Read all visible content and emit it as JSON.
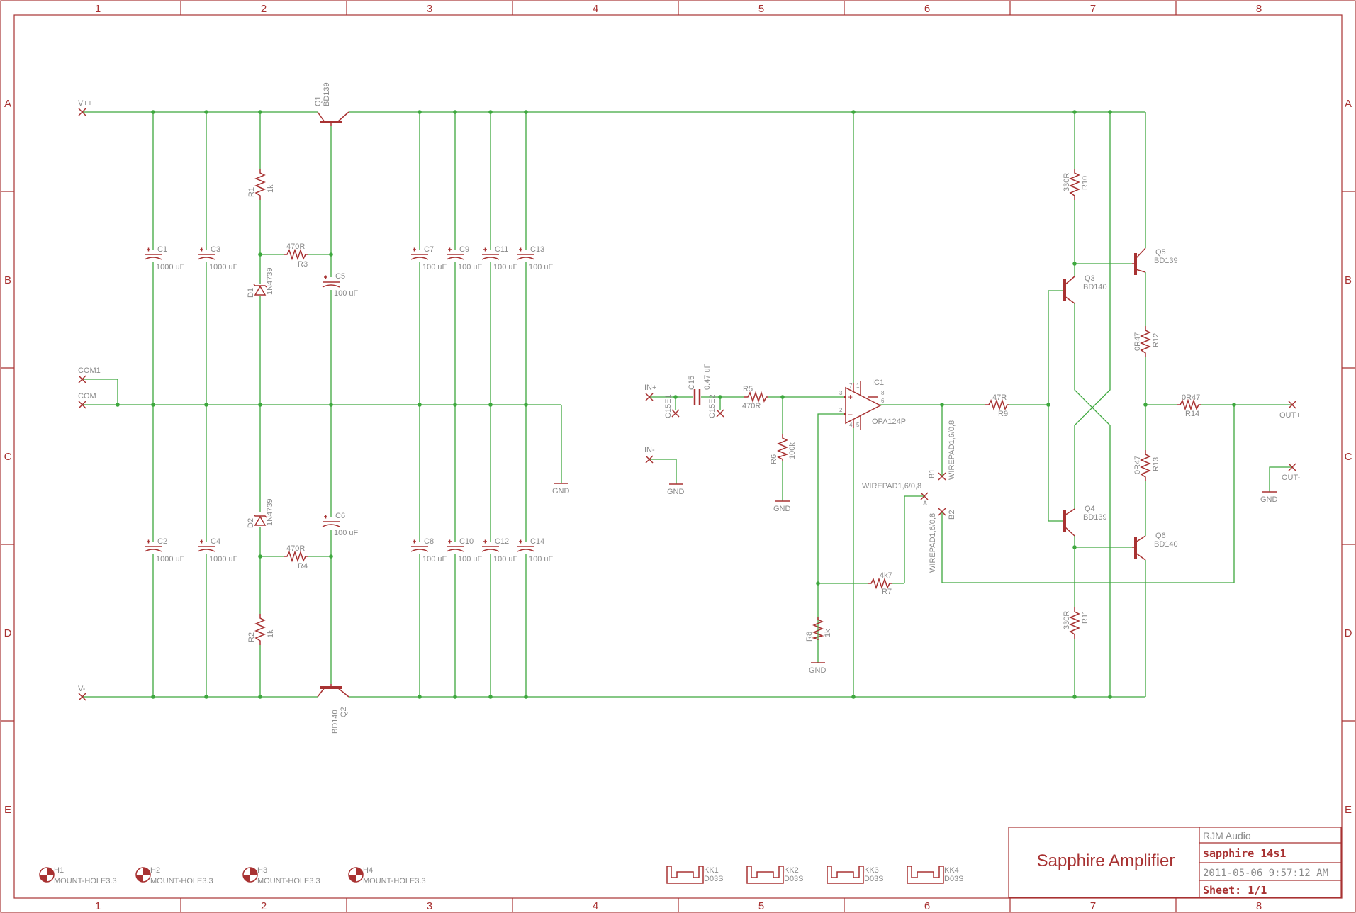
{
  "frame": {
    "columns": [
      "1",
      "2",
      "3",
      "4",
      "5",
      "6",
      "7",
      "8"
    ],
    "rows": [
      "A",
      "B",
      "C",
      "D",
      "E"
    ]
  },
  "title_block": {
    "title": "Sapphire Amplifier",
    "company": "RJM Audio",
    "drawing": "sapphire 14s1",
    "date": "2011-05-06 9:57:12 AM",
    "sheet": "Sheet: 1/1"
  },
  "ports": {
    "vpp": "V++",
    "com1": "COM1",
    "com": "COM",
    "vm": "V-",
    "inp": "IN+",
    "inm": "IN-",
    "outp": "OUT+",
    "outm": "OUT-",
    "gnd": "GND"
  },
  "components": {
    "Q1": {
      "ref": "Q1",
      "value": "BD139"
    },
    "Q2": {
      "ref": "Q2",
      "value": "BD140"
    },
    "Q3": {
      "ref": "Q3",
      "value": "BD140"
    },
    "Q4": {
      "ref": "Q4",
      "value": "BD139"
    },
    "Q5": {
      "ref": "Q5",
      "value": "BD139"
    },
    "Q6": {
      "ref": "Q6",
      "value": "BD140"
    },
    "R1": {
      "ref": "R1",
      "value": "1k"
    },
    "R2": {
      "ref": "R2",
      "value": "1k"
    },
    "R3": {
      "ref": "R3",
      "value": "470R"
    },
    "R4": {
      "ref": "R4",
      "value": "470R"
    },
    "R5": {
      "ref": "R5",
      "value": "470R"
    },
    "R6": {
      "ref": "R6",
      "value": "100k"
    },
    "R7": {
      "ref": "R7",
      "value": "4k7"
    },
    "R8": {
      "ref": "R8",
      "value": "1k"
    },
    "R9": {
      "ref": "R9",
      "value": "47R"
    },
    "R10": {
      "ref": "R10",
      "value": "330R"
    },
    "R11": {
      "ref": "R11",
      "value": "330R"
    },
    "R12": {
      "ref": "R12",
      "value": "0R47"
    },
    "R13": {
      "ref": "R13",
      "value": "0R47"
    },
    "R14": {
      "ref": "R14",
      "value": "0R47"
    },
    "D1": {
      "ref": "D1",
      "value": "1N4739"
    },
    "D2": {
      "ref": "D2",
      "value": "1N4739"
    },
    "C1": {
      "ref": "C1",
      "value": "1000 uF"
    },
    "C2": {
      "ref": "C2",
      "value": "1000 uF"
    },
    "C3": {
      "ref": "C3",
      "value": "1000 uF"
    },
    "C4": {
      "ref": "C4",
      "value": "1000 uF"
    },
    "C5": {
      "ref": "C5",
      "value": "100 uF"
    },
    "C6": {
      "ref": "C6",
      "value": "100 uF"
    },
    "C7": {
      "ref": "C7",
      "value": "100 uF"
    },
    "C8": {
      "ref": "C8",
      "value": "100 uF"
    },
    "C9": {
      "ref": "C9",
      "value": "100 uF"
    },
    "C10": {
      "ref": "C10",
      "value": "100 uF"
    },
    "C11": {
      "ref": "C11",
      "value": "100 uF"
    },
    "C12": {
      "ref": "C12",
      "value": "100 uF"
    },
    "C13": {
      "ref": "C13",
      "value": "100 uF"
    },
    "C14": {
      "ref": "C14",
      "value": "100 uF"
    },
    "C15": {
      "ref": "C15",
      "value": "0.47 uF",
      "pad1": "C15E1",
      "pad2": "C15E2"
    },
    "IC1": {
      "ref": "IC1",
      "value": "OPA124P",
      "pins": [
        "3",
        "2",
        "6",
        "7",
        "1",
        "8",
        "4",
        "5"
      ]
    },
    "B1": {
      "ref": "B1",
      "value": "WIREPAD1,6/0,8"
    },
    "B2": {
      "ref": "B2",
      "value": "WIREPAD1,6/0,8"
    },
    "A": {
      "ref": "A",
      "value": "WIREPAD1,6/0,8"
    }
  },
  "mount_holes": [
    {
      "ref": "H1",
      "value": "MOUNT-HOLE3.3"
    },
    {
      "ref": "H2",
      "value": "MOUNT-HOLE3.3"
    },
    {
      "ref": "H3",
      "value": "MOUNT-HOLE3.3"
    },
    {
      "ref": "H4",
      "value": "MOUNT-HOLE3.3"
    }
  ],
  "heatsinks": [
    {
      "ref": "KK1",
      "value": "D03S"
    },
    {
      "ref": "KK2",
      "value": "D03S"
    },
    {
      "ref": "KK3",
      "value": "D03S"
    },
    {
      "ref": "KK4",
      "value": "D03S"
    }
  ]
}
